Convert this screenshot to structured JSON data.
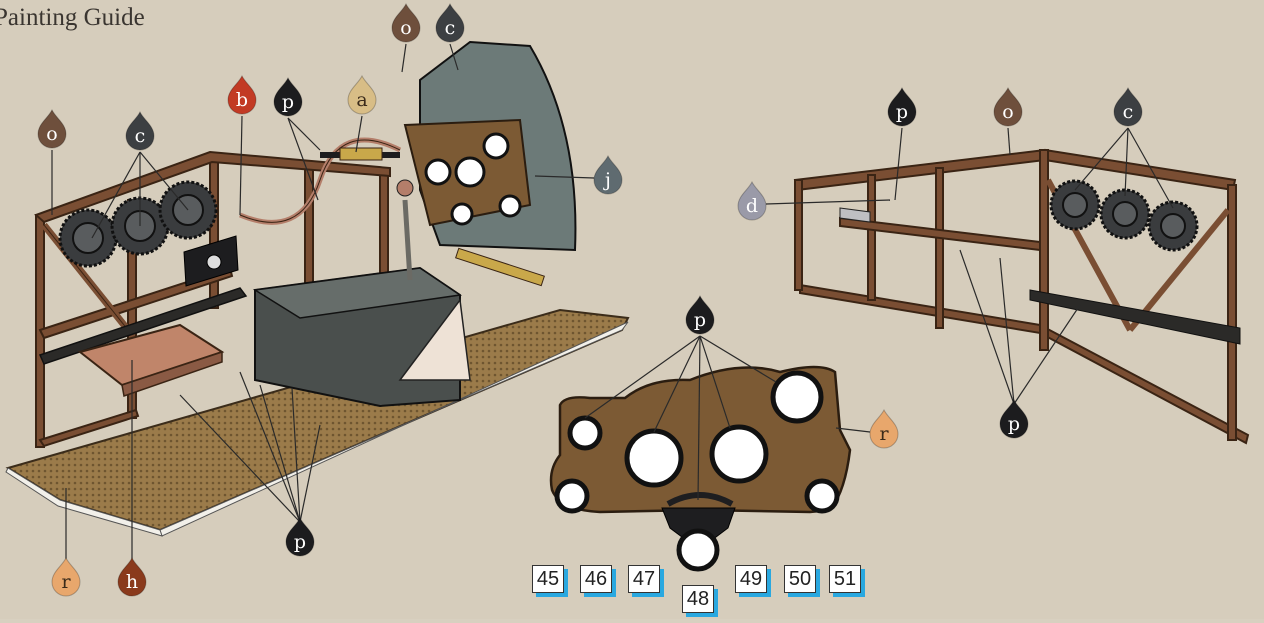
{
  "title": "Painting Guide",
  "colors": {
    "o": "#6e4f3c",
    "c": "#3c3f42",
    "b": "#c23a24",
    "p": "#1c1c1e",
    "a": "#d8bd86",
    "j": "#5f6b70",
    "d": "#9a9aa8",
    "r": "#e8a76c",
    "h": "#8a3a1c"
  },
  "callouts": [
    {
      "letter": "o"
    },
    {
      "letter": "c"
    },
    {
      "letter": "b"
    },
    {
      "letter": "p"
    },
    {
      "letter": "a"
    },
    {
      "letter": "o"
    },
    {
      "letter": "c"
    },
    {
      "letter": "j"
    },
    {
      "letter": "r"
    },
    {
      "letter": "h"
    },
    {
      "letter": "p"
    },
    {
      "letter": "p"
    },
    {
      "letter": "r"
    },
    {
      "letter": "p"
    },
    {
      "letter": "o"
    },
    {
      "letter": "c"
    },
    {
      "letter": "d"
    },
    {
      "letter": "p"
    }
  ],
  "part_numbers": [
    "45",
    "46",
    "47",
    "48",
    "49",
    "50",
    "51"
  ]
}
